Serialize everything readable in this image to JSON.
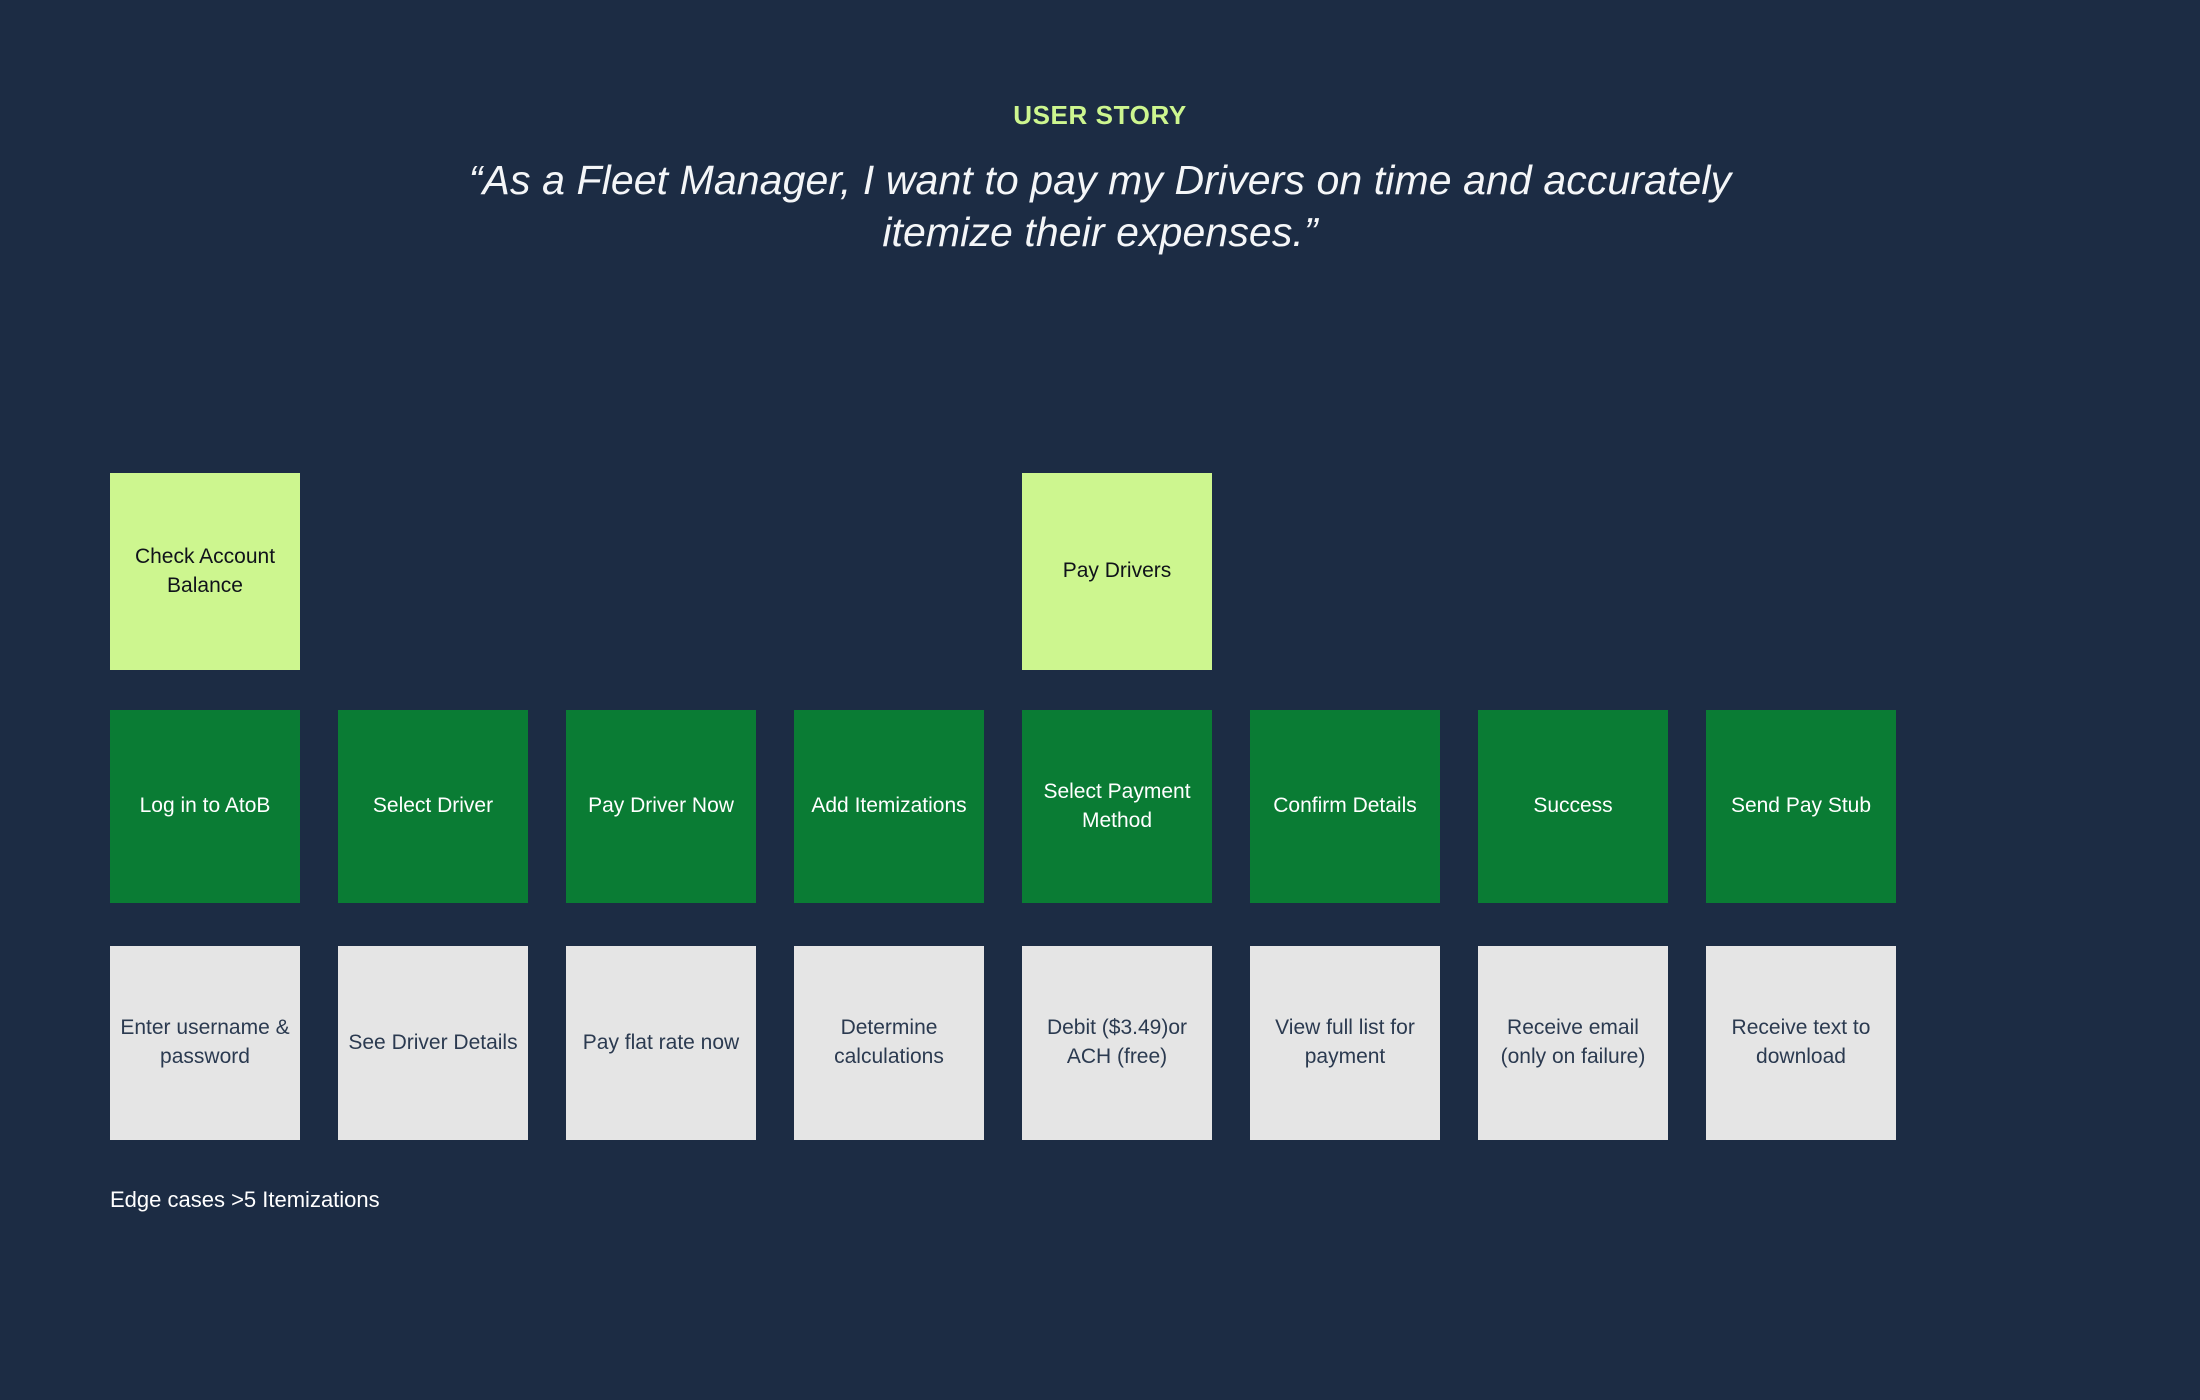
{
  "header": {
    "eyebrow": "USER STORY",
    "quote": "“As a Fleet Manager, I want to pay my Drivers on time and accurately itemize their expenses.”"
  },
  "colors": {
    "background": "#1c2c44",
    "epic_card": "#cdf68f",
    "step_card": "#0a7c34",
    "detail_card": "#e5e5e5",
    "eyebrow_text": "#cdf68f",
    "quote_text": "#f4f6f8",
    "epic_text": "#10131a",
    "step_text": "#ffffff",
    "detail_text": "#2b3a50",
    "note_text": "#ffffff"
  },
  "board": {
    "epics": [
      {
        "label": "Check Account Balance",
        "column": 0
      },
      {
        "label": "",
        "column": 1
      },
      {
        "label": "",
        "column": 2
      },
      {
        "label": "",
        "column": 3
      },
      {
        "label": "Pay Drivers",
        "column": 4
      },
      {
        "label": "",
        "column": 5
      },
      {
        "label": "",
        "column": 6
      },
      {
        "label": "",
        "column": 7
      }
    ],
    "steps": [
      {
        "label": "Log in to AtoB"
      },
      {
        "label": "Select Driver"
      },
      {
        "label": "Pay Driver Now"
      },
      {
        "label": "Add Itemizations"
      },
      {
        "label": "Select Payment Method"
      },
      {
        "label": "Confirm Details"
      },
      {
        "label": "Success"
      },
      {
        "label": "Send Pay Stub"
      }
    ],
    "details": [
      {
        "label": "Enter username & password"
      },
      {
        "label": "See Driver Details"
      },
      {
        "label": "Pay flat rate now"
      },
      {
        "label": "Determine calculations"
      },
      {
        "label": "Debit ($3.49)or ACH (free)"
      },
      {
        "label": "View full list for payment"
      },
      {
        "label": "Receive email (only on failure)"
      },
      {
        "label": "Receive text to download"
      }
    ]
  },
  "edge_cases": {
    "note": "Edge cases >5 Itemizations"
  }
}
